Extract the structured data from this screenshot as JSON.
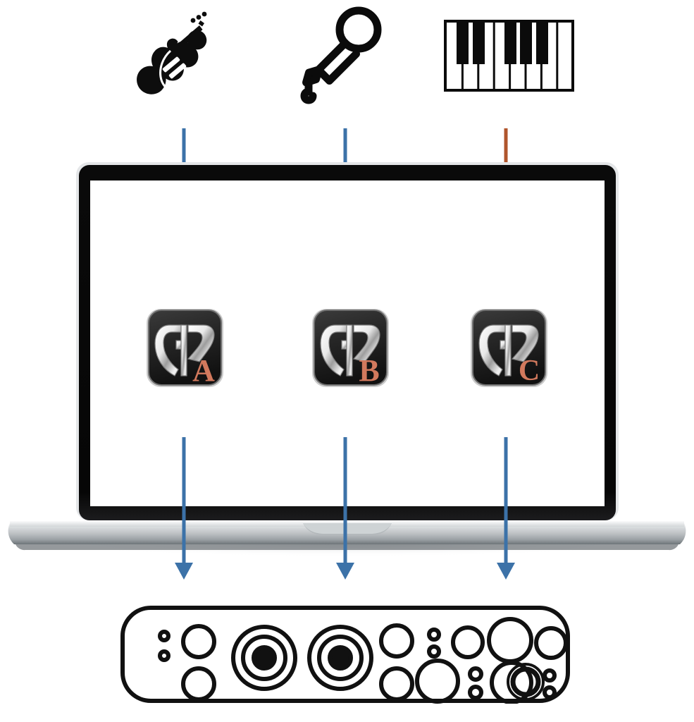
{
  "diagram": {
    "title": "Gig Performer multi-instance signal flow",
    "background_color": "#ffffff",
    "arrow_blue": "#3c72a8",
    "arrow_orange": "#b0552c",
    "badge_color": "#d2795d",
    "logo_silver": "#e9e9e9",
    "icon_body_color": "#262626",
    "laptop_body_color": "#c9ccce",
    "bezel_color": "#050505",
    "screen_color": "#ffffff",
    "device_stroke": "#111111"
  },
  "sources": {
    "label": "Input instruments",
    "items": [
      {
        "id": "guitar",
        "icon": "electric-guitar-icon",
        "label": "Electric guitar"
      },
      {
        "id": "microphone",
        "icon": "microphone-icon",
        "label": "Microphone"
      },
      {
        "id": "piano",
        "icon": "piano-keyboard-icon",
        "label": "Piano keyboard",
        "white_keys": 8,
        "black_keys": 5
      }
    ]
  },
  "input_arrows": [
    {
      "id": "arrow-guitar-to-a",
      "from": "guitar",
      "to": "gp-instance-a",
      "color": "#3c72a8",
      "direction": "down"
    },
    {
      "id": "arrow-mic-to-b",
      "from": "microphone",
      "to": "gp-instance-b",
      "color": "#3c72a8",
      "direction": "down"
    },
    {
      "id": "arrow-piano-to-c",
      "from": "piano",
      "to": "gp-instance-c",
      "color": "#b0552c",
      "direction": "down"
    }
  ],
  "output_arrows": [
    {
      "id": "arrow-a-to-interface",
      "from": "gp-instance-a",
      "to": "audio-interface",
      "color": "#3c72a8",
      "direction": "down"
    },
    {
      "id": "arrow-b-to-interface",
      "from": "gp-instance-b",
      "to": "audio-interface",
      "color": "#3c72a8",
      "direction": "down"
    },
    {
      "id": "arrow-c-to-interface",
      "from": "gp-instance-c",
      "to": "audio-interface",
      "color": "#3c72a8",
      "direction": "down"
    }
  ],
  "laptop": {
    "name": "laptop",
    "type": "macbook-pro",
    "screen_background": "#ffffff",
    "apps": [
      {
        "id": "gp-instance-a",
        "app_name": "GP",
        "badge": "A",
        "icon": "gig-performer-icon"
      },
      {
        "id": "gp-instance-b",
        "app_name": "GP",
        "badge": "B",
        "icon": "gig-performer-icon"
      },
      {
        "id": "gp-instance-c",
        "app_name": "GP",
        "badge": "C",
        "icon": "gig-performer-icon"
      }
    ]
  },
  "audio_interface": {
    "name": "audio-interface",
    "label": "Audio interface front panel",
    "controls": [
      {
        "id": "led-top",
        "shape": "small-circle"
      },
      {
        "id": "led-bottom",
        "shape": "small-circle"
      },
      {
        "id": "knob-1",
        "shape": "ring"
      },
      {
        "id": "knob-2",
        "shape": "ring"
      },
      {
        "id": "combo-input-1",
        "shape": "concentric-jack"
      },
      {
        "id": "combo-input-2",
        "shape": "concentric-jack"
      },
      {
        "id": "knob-3",
        "shape": "ring"
      },
      {
        "id": "knob-4",
        "shape": "ring"
      },
      {
        "id": "led-pair-1-top",
        "shape": "small-circle"
      },
      {
        "id": "led-pair-1-bottom",
        "shape": "small-circle"
      },
      {
        "id": "knob-5",
        "shape": "ring"
      },
      {
        "id": "knob-6-large",
        "shape": "ring-large"
      },
      {
        "id": "led-pair-2-top",
        "shape": "small-circle"
      },
      {
        "id": "led-pair-2-bottom",
        "shape": "small-circle"
      },
      {
        "id": "knob-7-large",
        "shape": "ring-large"
      },
      {
        "id": "knob-8",
        "shape": "ring"
      },
      {
        "id": "led-pair-3-top",
        "shape": "small-circle"
      },
      {
        "id": "led-pair-3-bottom",
        "shape": "small-circle"
      },
      {
        "id": "knob-9",
        "shape": "ring"
      },
      {
        "id": "headphone-jack",
        "shape": "double-ring"
      }
    ]
  }
}
